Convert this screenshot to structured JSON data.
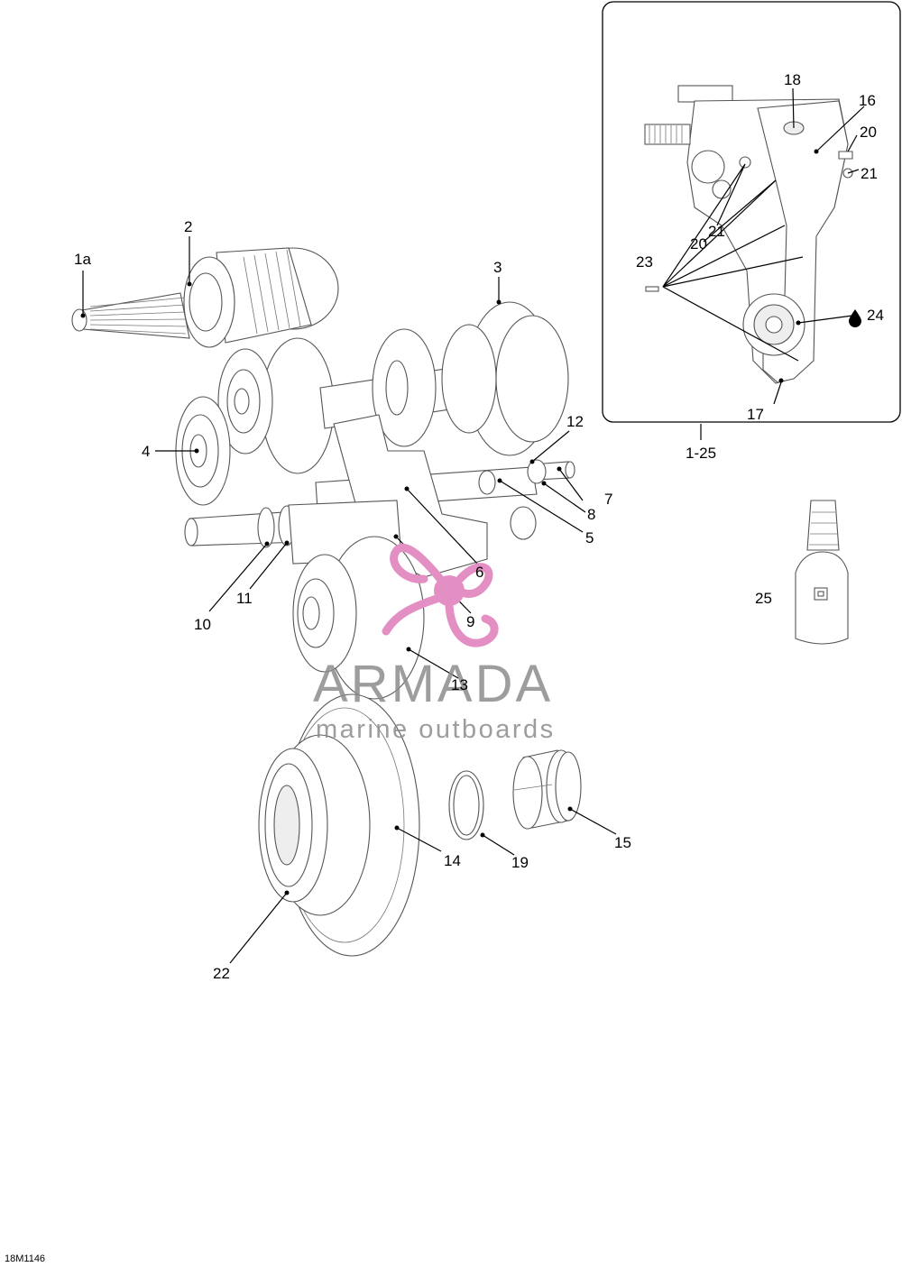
{
  "callouts": {
    "c1a": "1a",
    "c2": "2",
    "c3": "3",
    "c4": "4",
    "c5": "5",
    "c6": "6",
    "c7": "7",
    "c8": "8",
    "c9": "9",
    "c10": "10",
    "c11": "11",
    "c12": "12",
    "c13": "13",
    "c14": "14",
    "c15": "15",
    "c16": "16",
    "c17": "17",
    "c18": "18",
    "c19": "19",
    "c20a": "20",
    "c20b": "20",
    "c21a": "21",
    "c21b": "21",
    "c22": "22",
    "c23": "23",
    "c24": "24",
    "c25": "25",
    "assembly": "1-25"
  },
  "watermark": {
    "brand": "ARMADA",
    "tagline": "marine outboards",
    "logo_color": "#e38fc4",
    "text_color": "#8c8c8c"
  },
  "figure_code": "18M1146"
}
